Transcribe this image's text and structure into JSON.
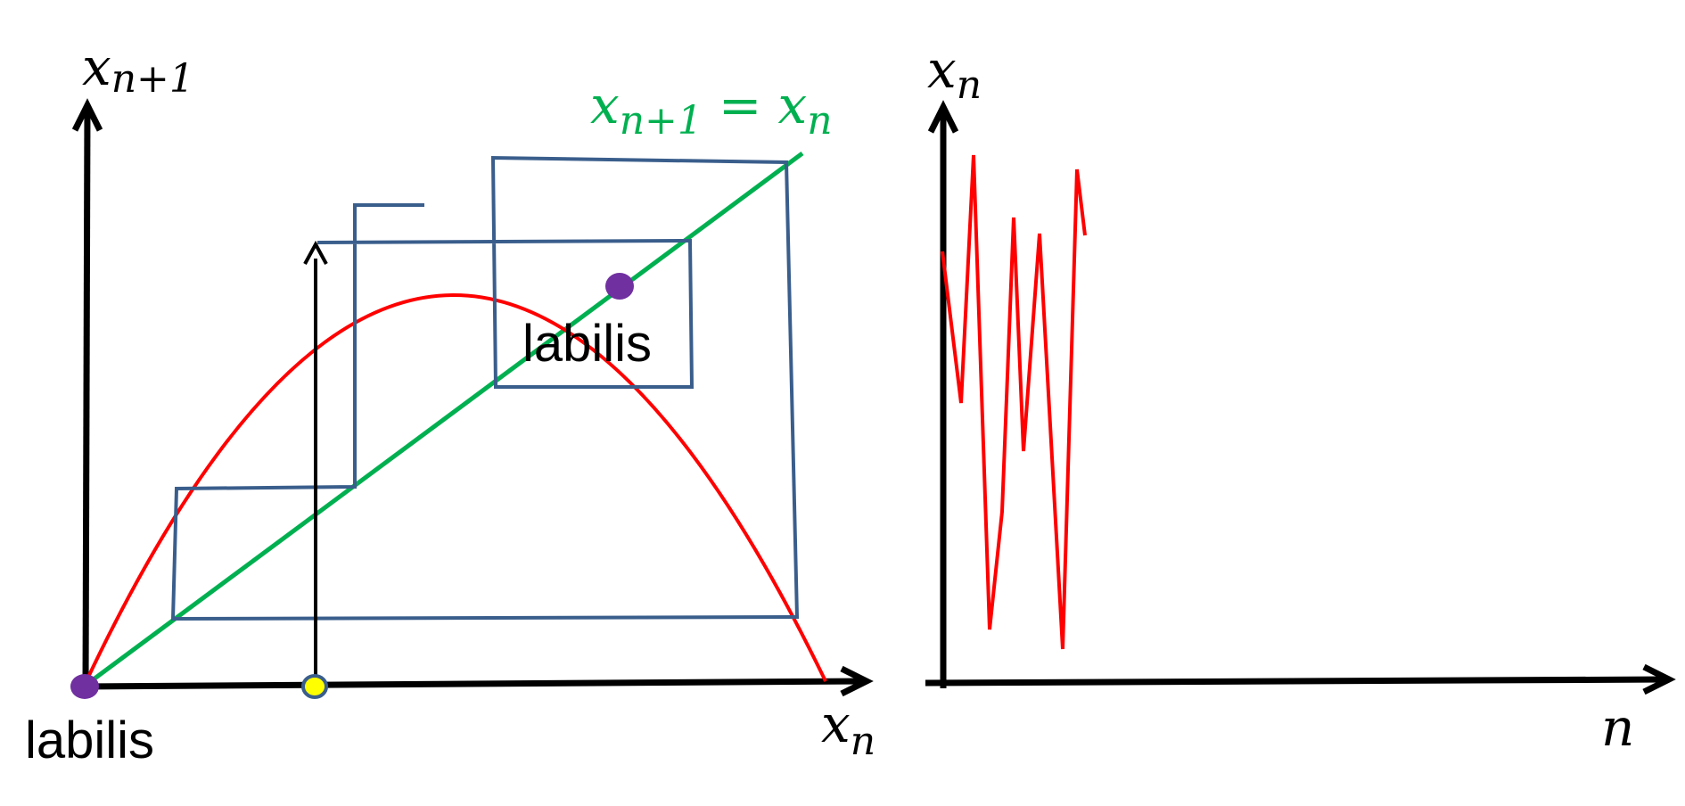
{
  "colors": {
    "curve": "#ff0000",
    "diagonal": "#00b050",
    "cobweb": "#3a5e8c",
    "axis": "#000000",
    "fixed_point": "#7030a0",
    "start_point": "#ffff00",
    "start_point_outline": "#3a5e8c",
    "series": "#ff0000"
  },
  "left_diagram": {
    "y_axis_label": {
      "base": "x",
      "sub": "n+1"
    },
    "x_axis_label": {
      "base": "x",
      "sub": "n"
    },
    "diagonal_label": {
      "lhs_base": "x",
      "lhs_sub": "n+1",
      "eq": "=",
      "rhs_base": "x",
      "rhs_sub": "n"
    },
    "origin_label": "labilis",
    "fixed_point_label": "labilis"
  },
  "right_diagram": {
    "y_axis_label": {
      "base": "x",
      "sub": "n"
    },
    "x_axis_label": "n"
  }
}
